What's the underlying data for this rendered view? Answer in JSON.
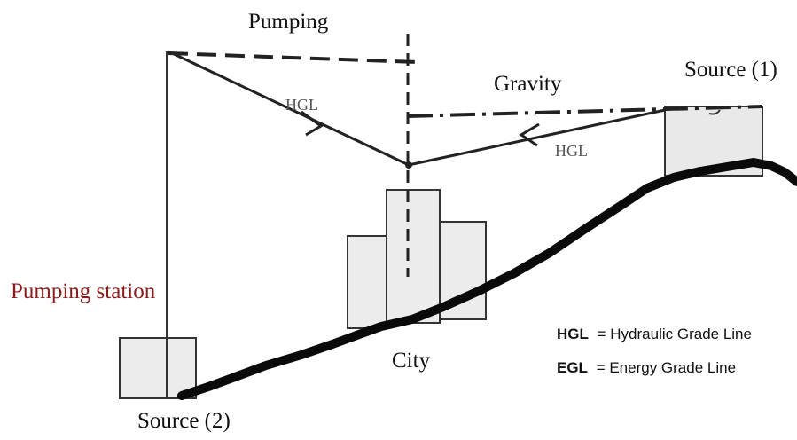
{
  "labels": {
    "pumping": "Pumping",
    "gravity": "Gravity",
    "source1": "Source (1)",
    "source2": "Source (2)",
    "pumping_station": "Pumping station",
    "city": "City",
    "hgl_left": "HGL",
    "hgl_right": "HGL"
  },
  "legend": {
    "hgl_abbr": "HGL",
    "hgl_text": "= Hydraulic Grade Line",
    "egl_abbr": "EGL",
    "egl_text": "= Energy Grade Line"
  },
  "colors": {
    "line": "#222222",
    "ground": "#0a0a0a",
    "pumping_station": "#8b1a1a",
    "building_fill": "#ececec",
    "reservoir_fill": "#e9e9e9"
  }
}
